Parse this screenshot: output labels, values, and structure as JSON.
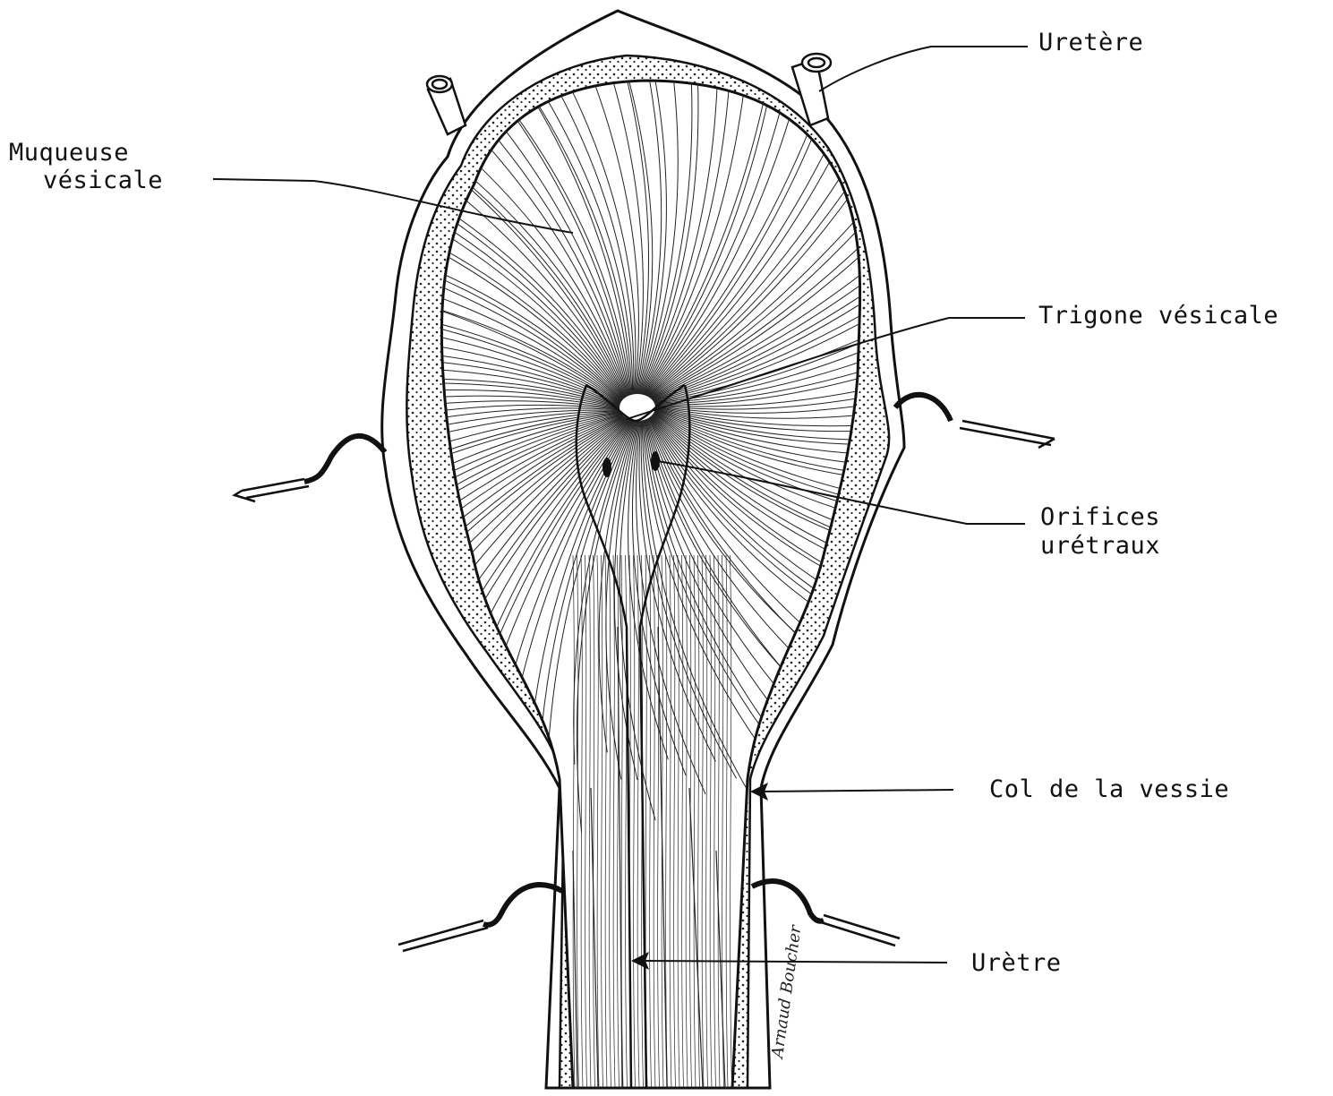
{
  "diagram": {
    "labels": {
      "uretere": "Uretère",
      "muqueuse_line1": "Muqueuse",
      "muqueuse_line2": "vésicale",
      "trigone": "Trigone vésicale",
      "orifices_line1": "Orifices",
      "orifices_line2": "urétraux",
      "col": "Col de la vessie",
      "uretre": "Urètre"
    },
    "signature": "Arnaud Boucher"
  },
  "colors": {
    "ink": "#111111",
    "paper": "#ffffff",
    "stipple": "#222222"
  }
}
